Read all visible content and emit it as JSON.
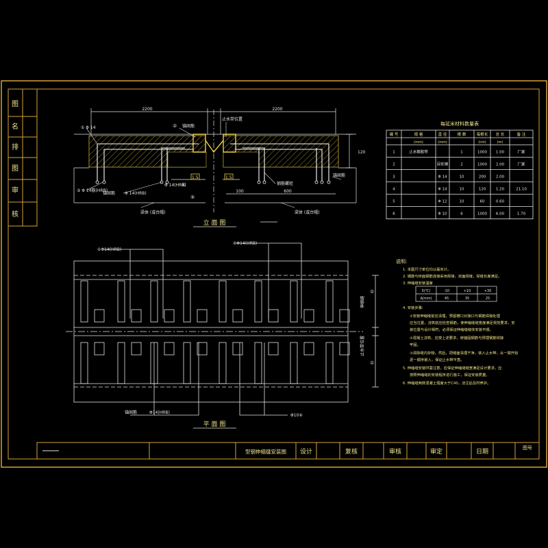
{
  "colors": {
    "background": "#000000",
    "frame": "#d8a437",
    "line": "#e6e6e6",
    "hatch": "#c9b23a",
    "text": "#f0e28a",
    "dim": "#c0a030"
  },
  "left_column": [
    "图",
    "名",
    "排",
    "图",
    "审",
    "核"
  ],
  "elevation": {
    "title": "立 面 图",
    "dims": {
      "left_total": "2200",
      "right_total": "2200",
      "h": "120",
      "b1": "100",
      "b2": "600"
    },
    "labels": {
      "l1": "Φ 14",
      "anchor_left": "锚固筋",
      "bar_left": "Φ 14筋(HRB)",
      "bar_left2": "Φ 14(HRB)",
      "seal": "止水带位置",
      "anchor_right": "锚固筋",
      "steel_right": "钢筋螺栓",
      "beam_left": "梁体 (或台帽)",
      "beam_right": "梁体 (或台帽)",
      "gap_left": "1.5",
      "gap_right": "1.5",
      "c1": "①",
      "c2": "②",
      "c3": "③",
      "c4": "④",
      "c5": "⑤"
    }
  },
  "table": {
    "title": "每延米材料数量表",
    "headers": [
      "编 号",
      "规 格",
      "直 径",
      "根 数",
      "每根长",
      "总 长",
      "备 注"
    ],
    "subheaders": [
      "",
      "(mm)",
      "(mm)",
      "",
      "(cm)",
      "(m)",
      ""
    ],
    "rows": [
      [
        "1",
        "止水橡胶带",
        "",
        "1",
        "1000",
        "1.00",
        "厂家"
      ],
      [
        "2",
        "",
        "异形钢",
        "2",
        "1000",
        "2.00",
        "厂家"
      ],
      [
        "3",
        "",
        "Φ 14",
        "10",
        "200",
        "2.00",
        ""
      ],
      [
        "4",
        "",
        "Φ 14",
        "10",
        "120",
        "1.20",
        "21.10"
      ],
      [
        "5",
        "",
        "Φ 12",
        "10",
        "60",
        "0.60",
        ""
      ],
      [
        "6",
        "",
        "Φ 10",
        "6",
        "1000",
        "6.00",
        "1.70"
      ]
    ]
  },
  "plan": {
    "title": "平 面 图",
    "labels": {
      "top_left": "①Φ14(HRB)",
      "top_right": "④Φ14(HRB)",
      "bottom_left": "锚固筋",
      "bottom_left2": "Φ14(HRB)",
      "bottom_right": "Φ10④",
      "side_upper": "伸缩缝",
      "side_lower": "止水带位置",
      "side_mark1": "①",
      "side_mark2": "①"
    }
  },
  "notes": {
    "title": "说明:",
    "lines": [
      "1. 本图尺寸单位均以毫米计。",
      "2. 钢筋与桥面钢筋连接采用焊接，双面焊缝，焊缝长度满足。",
      "3. 伸缩缝安装温度",
      "4. 安装步骤:",
      "①安装伸缩缝前应清理，预留槽口对接口与钢筋焊接处理",
      "应当位置，浇筑前应检查钢筋，使伸缩缝缝宽度满足规范要求，安",
      "装位置与设计相符，必须保证伸缩缝缝体安装平顺。",
      "②混凝土浇筑，应按上述要求，使锚固钢筋与预埋钢筋焊接",
      "牢固。",
      "③清除缝内杂物，然后，把缝面清理干净，装入止水带，从一端开始",
      "逐一顺序嵌入，保证止水带平直。",
      "5. 伸缩缝安装时需注意，应保证伸缩缝缝宽满足设计要求，应",
      "按照伸缩缝的安装程序进行施工，保证安装质量。",
      "6. 伸缩缝两侧混凝土强度大于C40，浇注后及时养护。"
    ],
    "temp_table": [
      [
        "5(℃)",
        "-10",
        "+10",
        "+30"
      ],
      [
        "Δ(mm)",
        "45",
        "35",
        "25"
      ]
    ]
  },
  "title_block": {
    "drawing_title": "型钢伸缩缝安装图",
    "design": "设计",
    "check": "复核",
    "review": "审核",
    "approve": "审定",
    "date": "日期",
    "sheet": "图号"
  }
}
